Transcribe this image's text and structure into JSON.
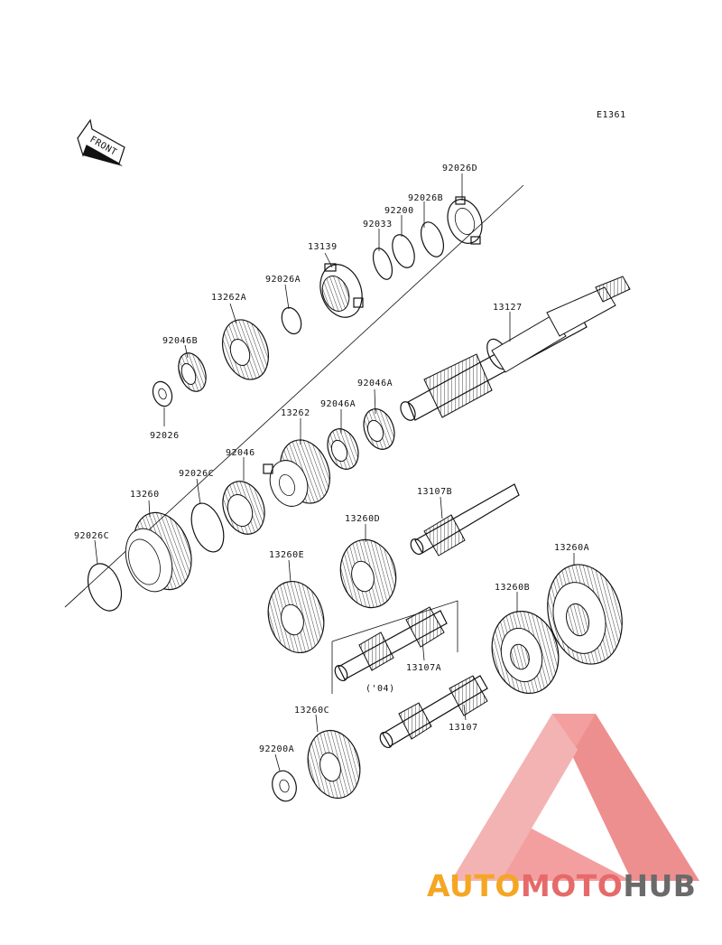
{
  "diagram_code": "E1361",
  "front_arrow_label": "FRONT",
  "parts": {
    "p92026D": "92026D",
    "p92026B": "92026B",
    "p92200": "92200",
    "p92033": "92033",
    "p13139": "13139",
    "p92026A": "92026A",
    "p13262A": "13262A",
    "p13127": "13127",
    "p92046B": "92046B",
    "p92026": "92026",
    "p92046A_1": "92046A",
    "p92046A_2": "92046A",
    "p13262": "13262",
    "p92046": "92046",
    "p92026C_1": "92026C",
    "p13260": "13260",
    "p13107B": "13107B",
    "p13260D": "13260D",
    "p92026C_2": "92026C",
    "p13260E": "13260E",
    "p13260A": "13260A",
    "p13260B": "13260B",
    "p13107A": "13107A",
    "year_note": "('04)",
    "p13260C": "13260C",
    "p13107": "13107",
    "p92200A": "92200A"
  },
  "watermark": {
    "part1": "AUTO",
    "part2": "MOTO",
    "part3": "HUB",
    "color_orange": "#f5a623",
    "color_red": "#e66a6a",
    "color_grey": "#6a6a6a"
  }
}
